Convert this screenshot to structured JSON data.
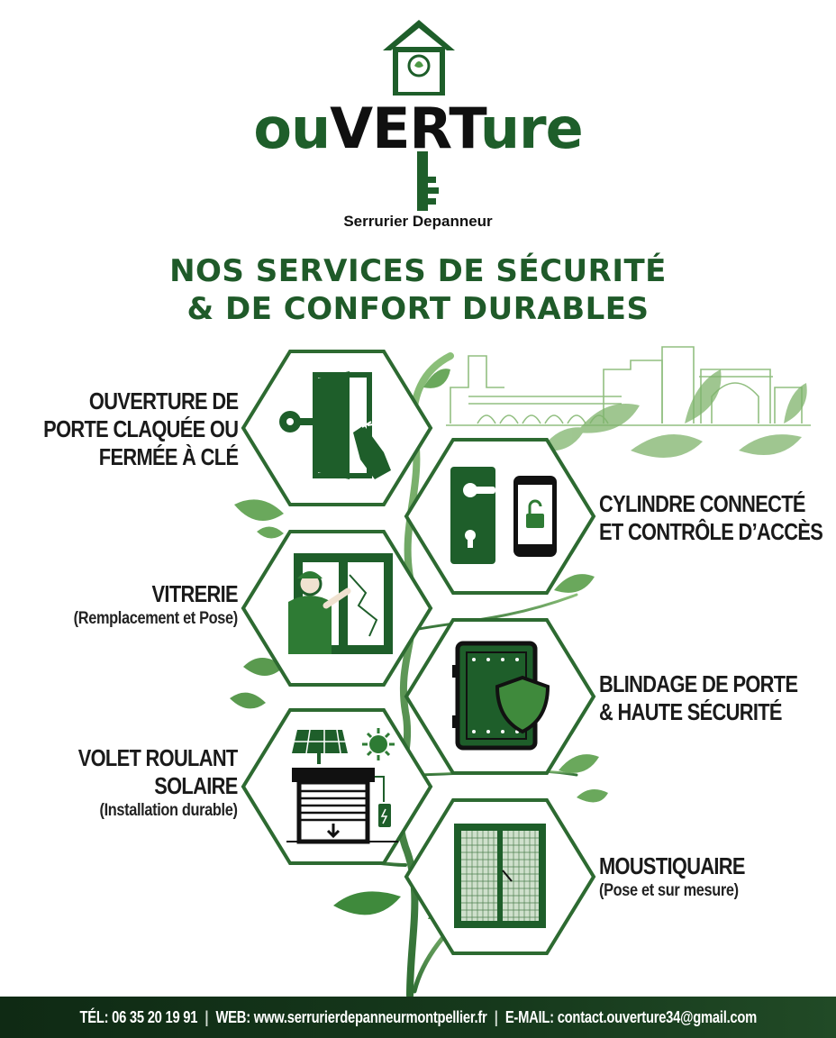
{
  "brand": {
    "name_prefix": "ou",
    "name_emphasis": "VERT",
    "name_suffix": "ure",
    "tagline": "Serrurier Depanneur",
    "colors": {
      "primary_green": "#1f5a29",
      "dark_green": "#0f2a14",
      "light_green": "#6ea85a",
      "text_dark": "#1a1a1a"
    }
  },
  "headline": {
    "line1": "NOS SERVICES DE SÉCURITÉ",
    "line2": "& DE CONFORT DURABLES"
  },
  "services": {
    "door_opening": {
      "title_line1": "OUVERTURE DE",
      "title_line2": "PORTE CLAQUÉE OU",
      "title_line3": "FERMÉE À CLÉ",
      "icon": "door-key-hand-icon"
    },
    "connected_cylinder": {
      "title_line1": "CYLINDRE CONNECTÉ",
      "title_line2": "ET CONTRÔLE D’ACCÈS",
      "icon": "smart-lock-phone-icon"
    },
    "glazing": {
      "title_line1": "VITRERIE",
      "subtitle": "(Remplacement et Pose)",
      "icon": "glazier-window-icon"
    },
    "door_armoring": {
      "title_line1": "BLINDAGE DE PORTE",
      "title_line2": "& HAUTE SÉCURITÉ",
      "icon": "armored-door-shield-icon"
    },
    "solar_shutter": {
      "title_line1": "VOLET ROULANT",
      "title_line2": "SOLAIRE",
      "subtitle": "(Installation durable)",
      "icon": "solar-shutter-icon"
    },
    "mosquito_net": {
      "title_line1": "MOUSTIQUAIRE",
      "subtitle": "(Pose et sur mesure)",
      "icon": "mosquito-screen-icon"
    }
  },
  "footer": {
    "phone": "TÉL: 06 35 20 19 91",
    "web": "WEB: www.serrurierdepanneurmontpellier.fr",
    "email": "E-MAIL: contact.ouverture34@gmail.com",
    "separator": "|"
  }
}
